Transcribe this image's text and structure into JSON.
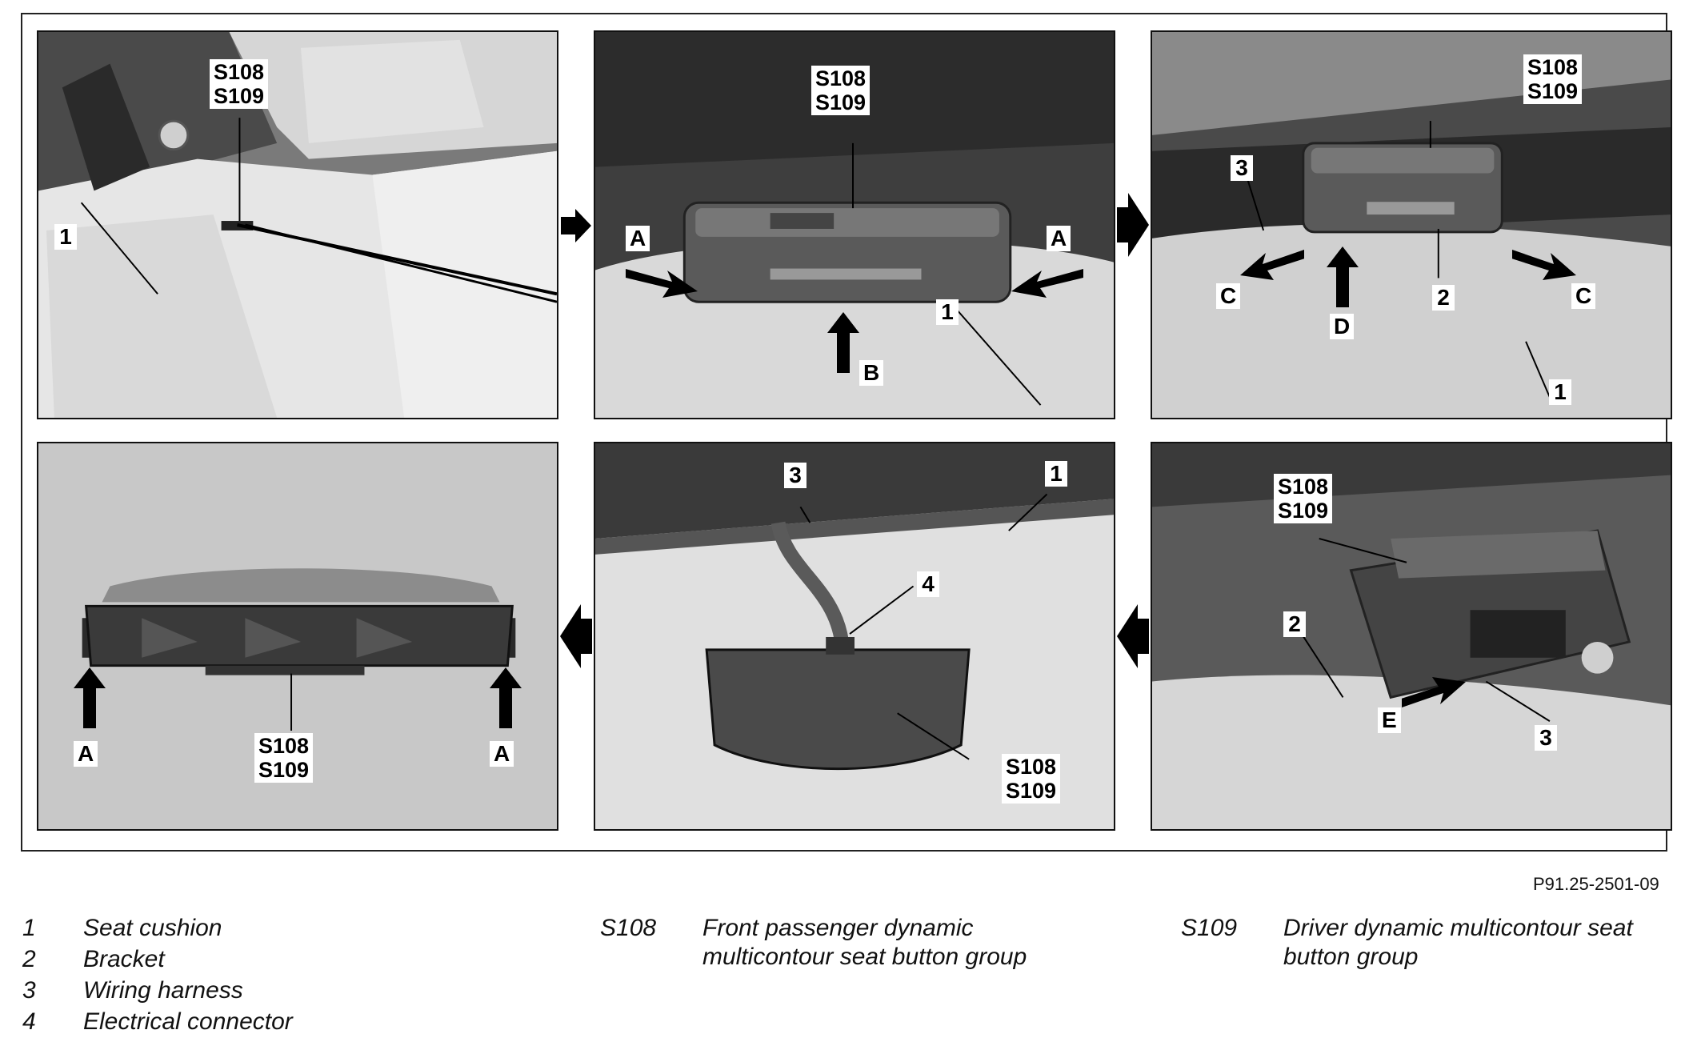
{
  "figure_id": "P91.25-2501-09",
  "callouts": {
    "s108": "S108",
    "s109": "S109",
    "n1": "1",
    "n2": "2",
    "n3": "3",
    "n4": "4",
    "A": "A",
    "B": "B",
    "C": "C",
    "D": "D",
    "E": "E"
  },
  "legend": {
    "items": [
      {
        "code": "1",
        "text": "Seat cushion"
      },
      {
        "code": "2",
        "text": "Bracket"
      },
      {
        "code": "3",
        "text": "Wiring harness"
      },
      {
        "code": "4",
        "text": "Electrical connector"
      }
    ],
    "s108": {
      "code": "S108",
      "line1": "Front passenger dynamic",
      "line2": "multicontour seat button group"
    },
    "s109": {
      "code": "S109",
      "line1": "Driver dynamic multicontour seat",
      "line2": "button group"
    }
  },
  "colors": {
    "photo_dark": "#3a3a3a",
    "photo_light": "#d8d8d8",
    "panel_gray": "#c8c8c8",
    "arrow": "#000000"
  }
}
